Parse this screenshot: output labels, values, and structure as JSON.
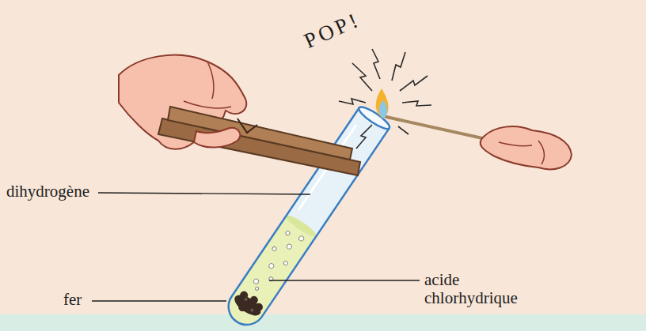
{
  "diagram": {
    "labels": [
      "POP!",
      "dihydrogène",
      "acide chlorhydrique",
      "fer"
    ]
  }
}
